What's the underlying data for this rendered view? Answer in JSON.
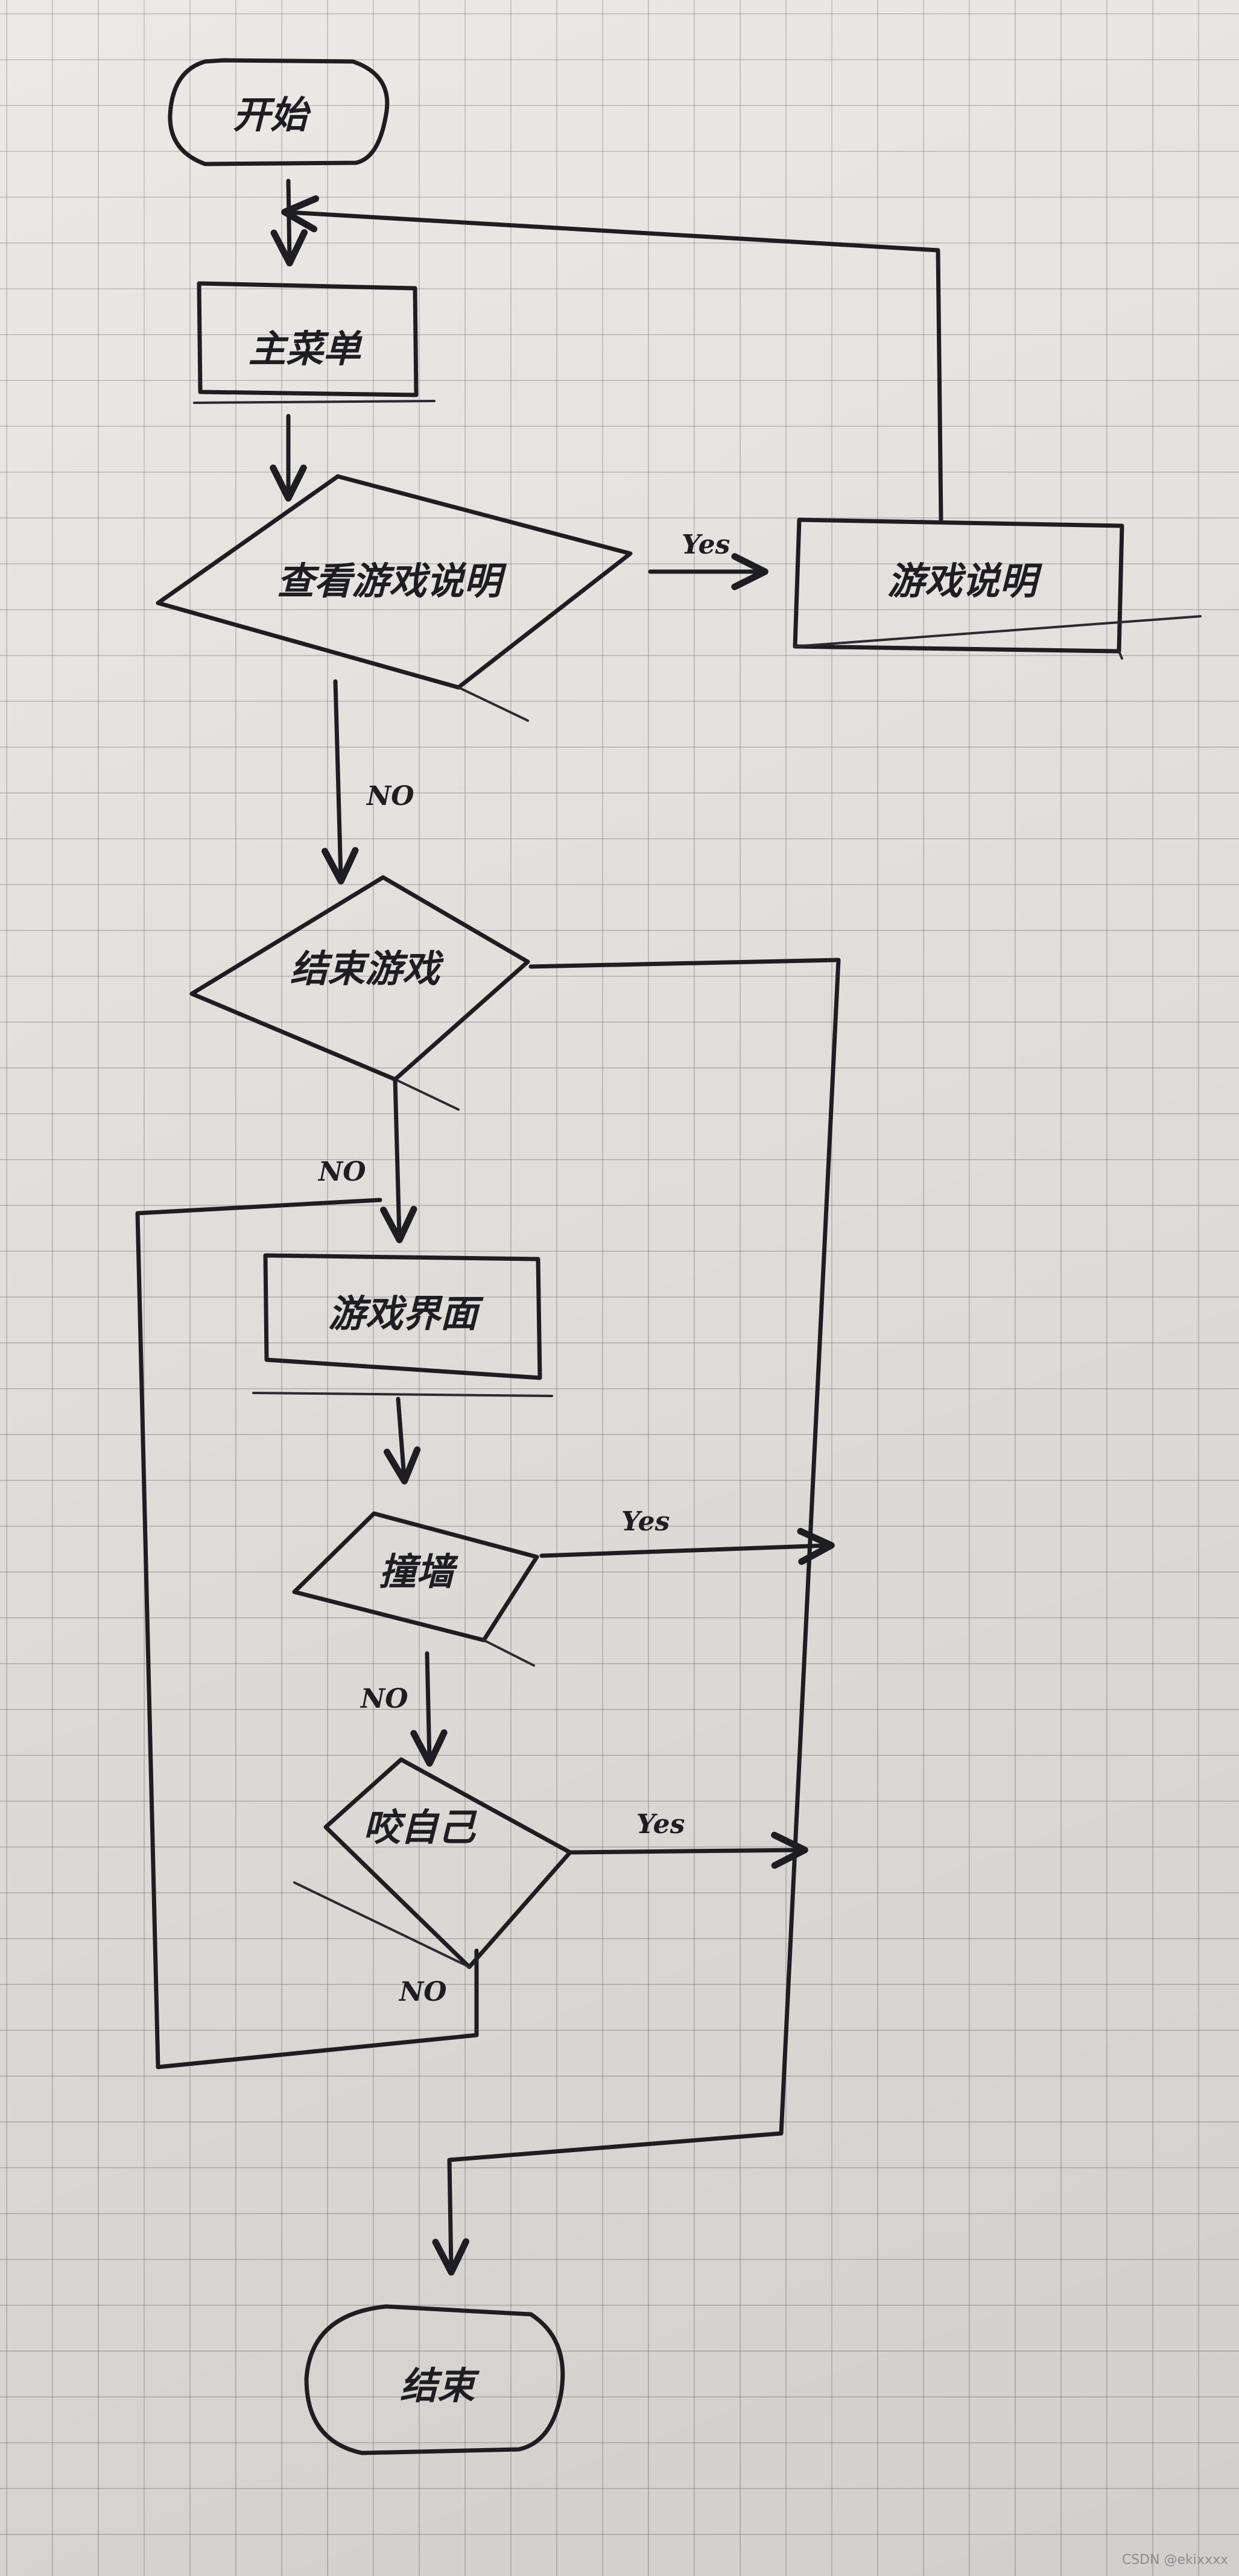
{
  "nodes": {
    "start": "开始",
    "main_menu": "主菜单",
    "view_instructions": "查看游戏说明",
    "instructions": "游戏说明",
    "exit_game": "结束游戏",
    "game_screen": "游戏界面",
    "hit_wall": "撞墙",
    "bite_self": "咬自己",
    "end": "结束"
  },
  "edges": {
    "view_yes": "Yes",
    "view_no": "NO",
    "exit_no": "NO",
    "wall_yes": "Yes",
    "wall_no": "NO",
    "bite_yes": "Yes",
    "bite_no": "NO"
  },
  "watermark": "CSDN @ekixxxx"
}
